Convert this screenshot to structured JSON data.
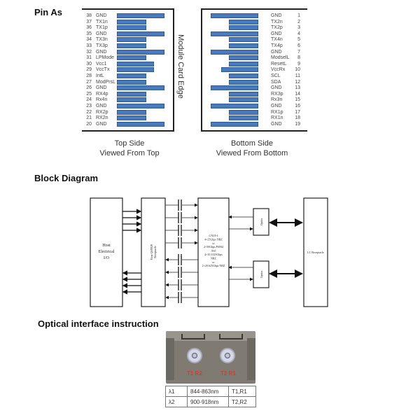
{
  "headings": {
    "pin": "Pin As",
    "block": "Block Diagram",
    "optical": "Optical interface instruction"
  },
  "pin_assignment": {
    "edge_label": "Module Card Edge",
    "top_side": {
      "caption_line1": "Top Side",
      "caption_line2": "Viewed From Top",
      "pins": [
        {
          "num": "38",
          "name": "GND",
          "bar": "long"
        },
        {
          "num": "37",
          "name": "TX1n",
          "bar": "short"
        },
        {
          "num": "36",
          "name": "TX1p",
          "bar": "short"
        },
        {
          "num": "35",
          "name": "GND",
          "bar": "long"
        },
        {
          "num": "34",
          "name": "TX3n",
          "bar": "short"
        },
        {
          "num": "33",
          "name": "TX3p",
          "bar": "short"
        },
        {
          "num": "32",
          "name": "GND",
          "bar": "long"
        },
        {
          "num": "31",
          "name": "LPMode",
          "bar": "short"
        },
        {
          "num": "30",
          "name": "Vcc1",
          "bar": "medium"
        },
        {
          "num": "29",
          "name": "VccTx",
          "bar": "medium"
        },
        {
          "num": "28",
          "name": "IntL",
          "bar": "short"
        },
        {
          "num": "27",
          "name": "ModPrsL",
          "bar": "short"
        },
        {
          "num": "26",
          "name": "GND",
          "bar": "long"
        },
        {
          "num": "25",
          "name": "RX4p",
          "bar": "short"
        },
        {
          "num": "24",
          "name": "Rx4n",
          "bar": "short"
        },
        {
          "num": "23",
          "name": "GND",
          "bar": "long"
        },
        {
          "num": "22",
          "name": "RX2p",
          "bar": "short"
        },
        {
          "num": "21",
          "name": "RX2n",
          "bar": "short"
        },
        {
          "num": "20",
          "name": "GND",
          "bar": "long"
        }
      ]
    },
    "bottom_side": {
      "caption_line1": "Bottom Side",
      "caption_line2": "Viewed From Bottom",
      "pins": [
        {
          "num": "1",
          "name": "GND",
          "bar": "long"
        },
        {
          "num": "2",
          "name": "TX2n",
          "bar": "short"
        },
        {
          "num": "3",
          "name": "TX2p",
          "bar": "short"
        },
        {
          "num": "4",
          "name": "GND",
          "bar": "long"
        },
        {
          "num": "5",
          "name": "TX4n",
          "bar": "short"
        },
        {
          "num": "6",
          "name": "TX4p",
          "bar": "short"
        },
        {
          "num": "7",
          "name": "GND",
          "bar": "long"
        },
        {
          "num": "8",
          "name": "ModselL",
          "bar": "short"
        },
        {
          "num": "9",
          "name": "ResetL",
          "bar": "short"
        },
        {
          "num": "10",
          "name": "VccRx",
          "bar": "medium"
        },
        {
          "num": "11",
          "name": "SCL",
          "bar": "short"
        },
        {
          "num": "12",
          "name": "SDA",
          "bar": "short"
        },
        {
          "num": "13",
          "name": "GND",
          "bar": "long"
        },
        {
          "num": "14",
          "name": "RX3p",
          "bar": "short"
        },
        {
          "num": "15",
          "name": "Rx3n",
          "bar": "short"
        },
        {
          "num": "16",
          "name": "GND",
          "bar": "long"
        },
        {
          "num": "17",
          "name": "RX1p",
          "bar": "short"
        },
        {
          "num": "18",
          "name": "RX1n",
          "bar": "short"
        },
        {
          "num": "19",
          "name": "GND",
          "bar": "long"
        }
      ]
    }
  },
  "block_diagram": {
    "host_io": [
      "Host",
      "Electrical",
      "I/O"
    ],
    "receptacle": [
      "Host QSFP28",
      "Receptacle"
    ],
    "caui": [
      "CAUI-4",
      "4×25Gbps NRZ",
      "to",
      "2×50Gbps PAM4",
      "And",
      "4×10.3125Gbps",
      "NRZ",
      "to",
      "2×20.625Gbps NRZ"
    ],
    "optics_top": "Optics",
    "optics_bottom": "Optics",
    "lc": "LC Receptacle"
  },
  "optical": {
    "port_labels": [
      "T1 R2",
      "T2 R1"
    ],
    "table": [
      {
        "lambda": "λ1",
        "range": "844-863nm",
        "ports": "T1,R1"
      },
      {
        "lambda": "λ2",
        "range": "900-918nm",
        "ports": "T2,R2"
      }
    ]
  },
  "colors": {
    "bar": "#4a7abb",
    "port_label": "#d8392e"
  }
}
